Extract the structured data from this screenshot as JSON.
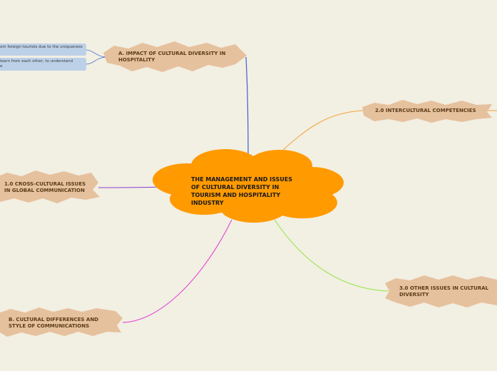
{
  "central": {
    "lines": [
      "THE MANAGEMENT AND ISSUES",
      "OF CULTURAL DIVERSITY IN",
      "TOURISM AND HOSPITALITY",
      "INDUSTRY"
    ]
  },
  "topics": {
    "impact": [
      "a. IMPACT OF CULTURAL DIVERSITY IN",
      "HOSPITALITY"
    ],
    "intercultural": [
      "2.0 INTERCULTURAL COMPETENCIES"
    ],
    "crosscultural": [
      "1.0 CROSS-CULTURAL ISSUES",
      "IN GLOBAL COMMUNICATION"
    ],
    "other": [
      "3.0 OTHER ISSUES IN CULTURAL",
      "DIVERSITY"
    ],
    "differences": [
      "b. CULTURAL DIFFERENCES AND",
      "STYLE OF COMMUNICATIONS"
    ]
  },
  "subtopics": {
    "leaf1": "om foreign tourists due to the uniqueness",
    "leaf2": [
      "learn from each other, to understand",
      "e"
    ]
  },
  "colors": {
    "background": "#f2efe3",
    "central": "#ff9a00",
    "topic": "#e6c19d",
    "leaf": "#bcd0e8",
    "line_impact": "#3a5fcd",
    "line_intercultural": "#f2a53a",
    "line_crosscultural": "#8a3fd1",
    "line_other": "#8ee63a",
    "line_differences": "#e03ad6"
  }
}
